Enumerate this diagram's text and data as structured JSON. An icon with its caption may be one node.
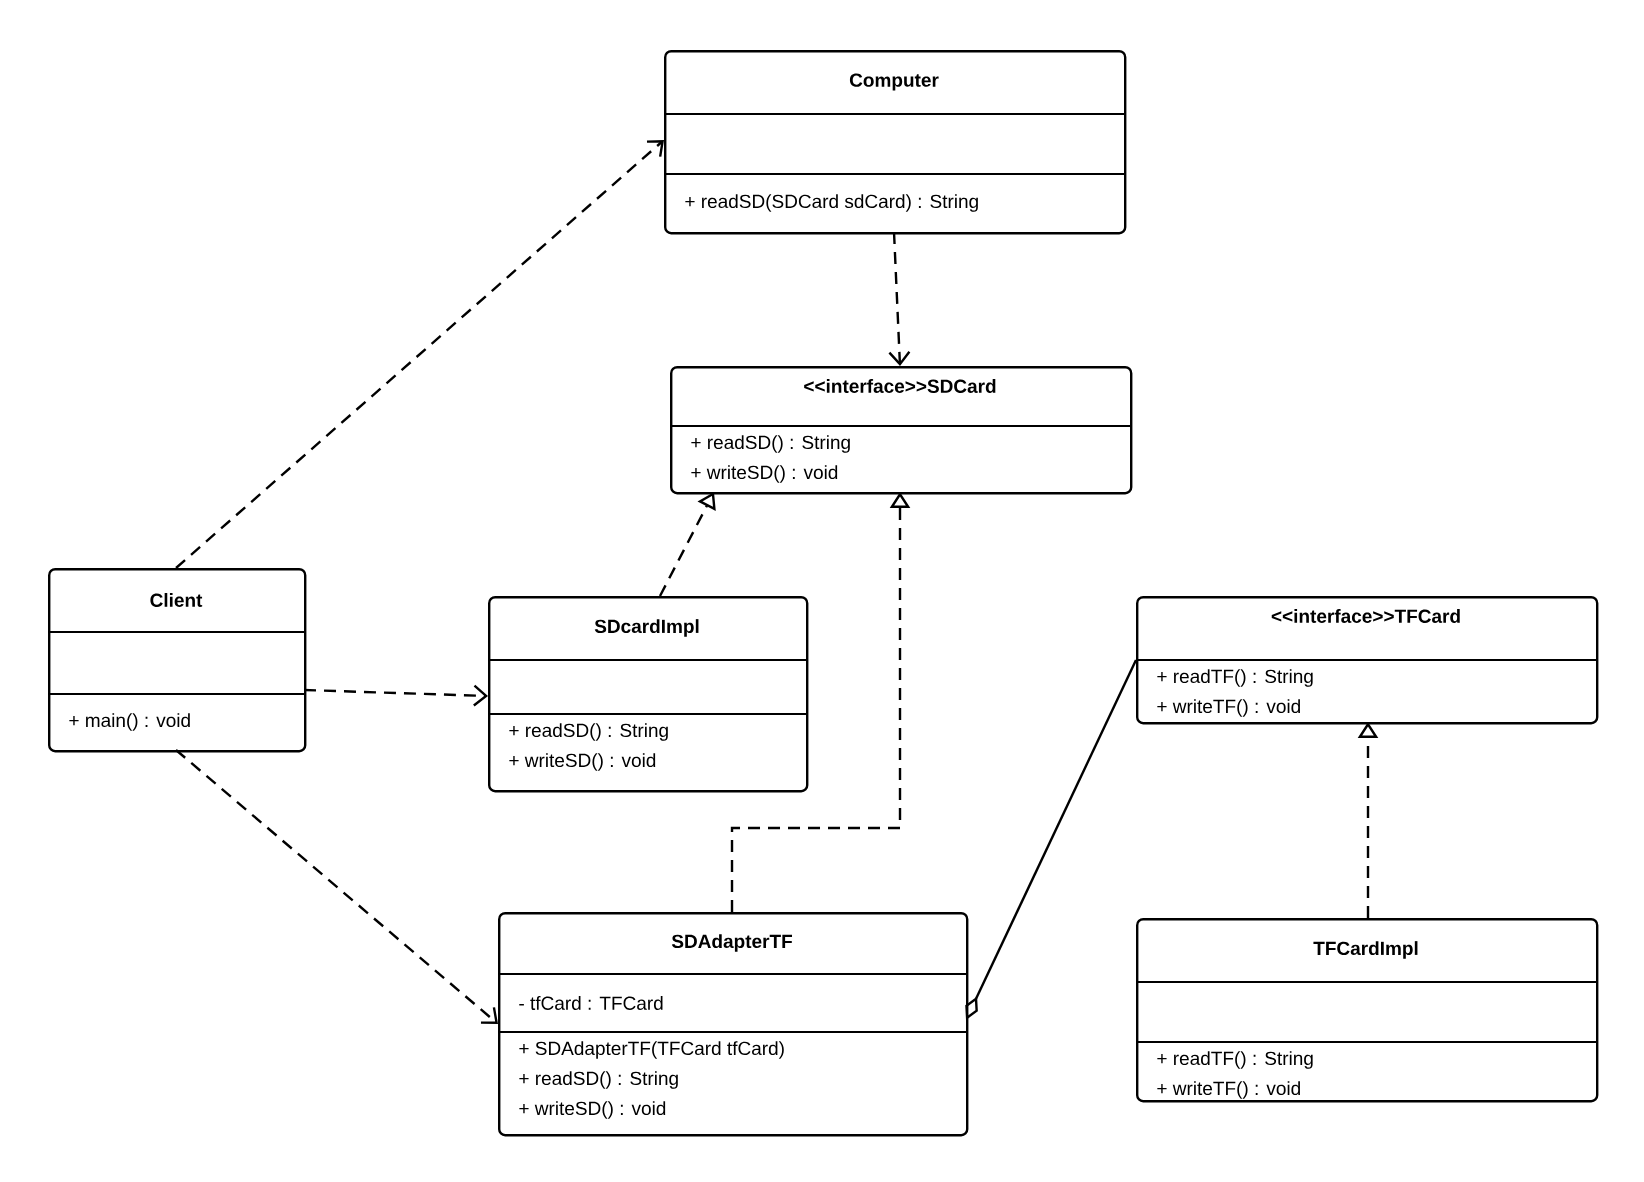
{
  "diagram": {
    "nodes": [
      {
        "text": [
          "Computer",
          "+ readSD(SDCard sdCard) : String"
        ]
      },
      {
        "text": [
          "<<interface>>SDCard",
          "+ readSD() : String",
          "+ writeSD() : void"
        ]
      },
      {
        "text": [
          "Client",
          "+ main() : void"
        ]
      },
      {
        "text": [
          "SDcardImpl",
          "+ readSD() : String",
          "+ writeSD() : void"
        ]
      },
      {
        "text": [
          "<<interface>>TFCard",
          "+ readTF() : String",
          "+ writeTF() : void"
        ]
      },
      {
        "text": [
          "SDAdapterTF",
          "- tfCard : TFCard",
          "+ SDAdapterTF(TFCard tfCard)",
          "+ readSD() : String",
          "+ writeSD() : void"
        ]
      },
      {
        "text": [
          "TFCardImpl",
          "+ readTF() : String",
          "+ writeTF() : void"
        ]
      }
    ],
    "edges": [
      {
        "from": 2,
        "to": 0,
        "arrow": "to",
        "style": "dashed"
      },
      {
        "from": 0,
        "to": 1,
        "arrow": "to",
        "style": "dashed"
      },
      {
        "from": 3,
        "to": 1,
        "arrow": "to",
        "style": "dashed"
      },
      {
        "from": 2,
        "to": 3,
        "arrow": "to",
        "style": "dashed"
      },
      {
        "from": 2,
        "to": 5,
        "arrow": "to",
        "style": "dashed"
      },
      {
        "from": 5,
        "to": 1,
        "arrow": "to",
        "style": "dashed"
      },
      {
        "from": 5,
        "to": 4,
        "arrow": "other"
      },
      {
        "from": 6,
        "to": 4,
        "arrow": "to",
        "style": "dashed"
      }
    ]
  }
}
